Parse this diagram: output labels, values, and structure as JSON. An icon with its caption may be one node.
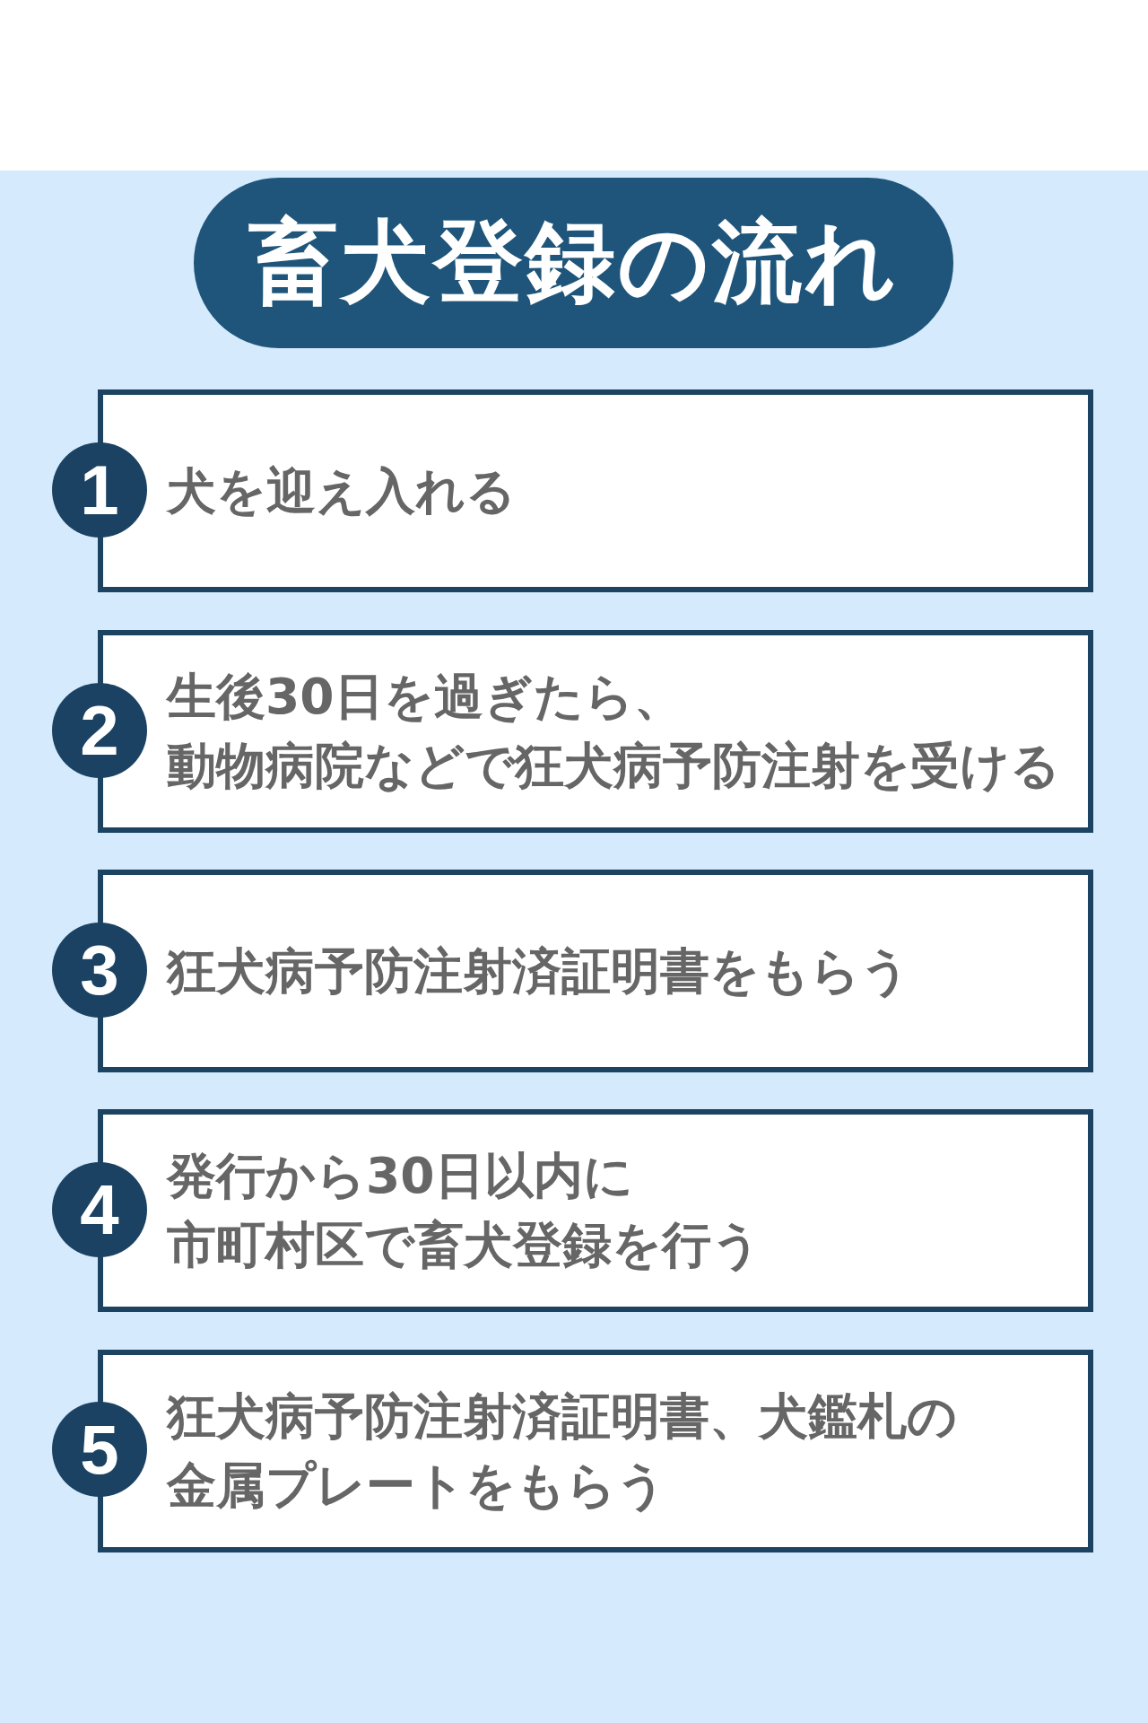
{
  "diagram": {
    "title": "畜犬登録の流れ",
    "nodes": [
      {
        "text": [
          "1"
        ]
      },
      {
        "text": [
          "犬を迎え入れる"
        ]
      },
      {
        "text": [
          "2"
        ]
      },
      {
        "text": [
          "生後30日を過ぎたら、動物病院などで狂犬病予防注射を受ける"
        ]
      },
      {
        "text": [
          "3"
        ]
      },
      {
        "text": [
          "狂犬病予防注射済証明書をもらう"
        ]
      },
      {
        "text": [
          "4"
        ]
      },
      {
        "text": [
          "発行から30日以内に市町村区で畜犬登録を行う"
        ]
      },
      {
        "text": [
          "5"
        ]
      },
      {
        "text": [
          "狂犬病予防注射済証明書、犬鑑札の金属プレートをもらう"
        ]
      }
    ]
  }
}
